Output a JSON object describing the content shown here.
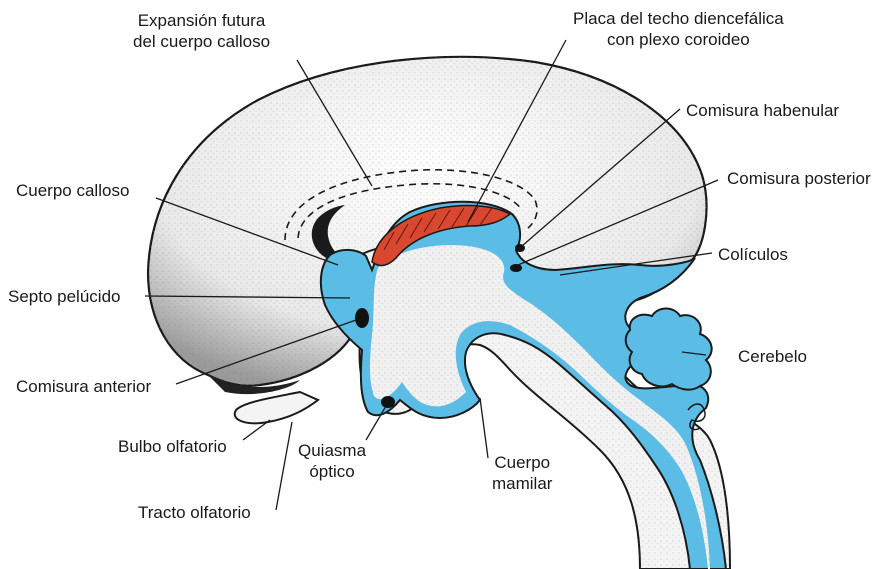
{
  "labels": {
    "expansion": [
      "Expansión futura",
      "del cuerpo calloso"
    ],
    "placa": [
      "Placa del techo diencefálica",
      "con plexo coroideo"
    ],
    "habenular": "Comisura habenular",
    "posterior": "Comisura posterior",
    "cuerpo_calloso": "Cuerpo calloso",
    "coliculos": "Colículos",
    "septo": "Septo pelúcido",
    "cerebelo": "Cerebelo",
    "anterior": "Comisura anterior",
    "bulbo": "Bulbo olfatorio",
    "quiasma": [
      "Quiasma",
      "óptico"
    ],
    "mamilar": [
      "Cuerpo",
      "mamilar"
    ],
    "tracto": "Tracto olfatorio"
  },
  "colors": {
    "ventricle_blue": "#5bbde6",
    "choroid_red": "#d9472f",
    "outline": "#1a1a1a",
    "tissue": "#f4f4f4"
  }
}
